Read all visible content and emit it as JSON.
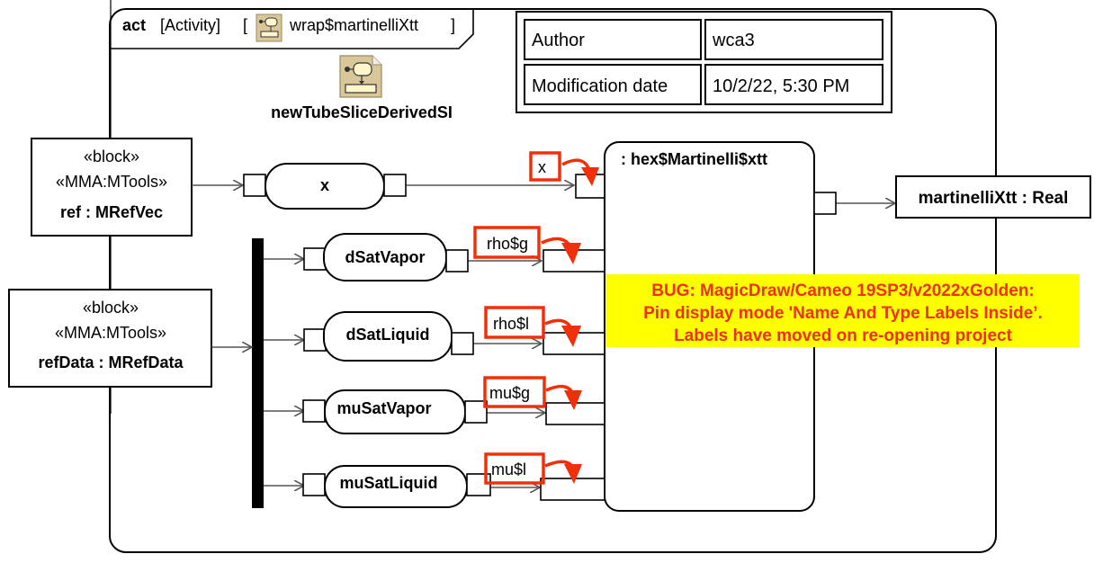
{
  "frame": {
    "kind": "act",
    "type": "[Activity]",
    "open_bracket": "[",
    "name": "wrap$martinelliXtt",
    "close_bracket": "]",
    "icon": "activity-icon"
  },
  "call_behavior": {
    "label": "newTubeSliceDerivedSI",
    "icon": "activity-document-icon"
  },
  "info_table": {
    "rows": [
      {
        "key": "Author",
        "value": "wca3"
      },
      {
        "key": "Modification date",
        "value": "10/2/22, 5:30 PM"
      }
    ]
  },
  "blocks": [
    {
      "stereotype1": "«block»",
      "stereotype2": "«MMA:MTools»",
      "name": "ref : MRefVec"
    },
    {
      "stereotype1": "«block»",
      "stereotype2": "«MMA:MTools»",
      "name": "refData : MRefData"
    }
  ],
  "actions": [
    {
      "label": "x"
    },
    {
      "label": "dSatVapor"
    },
    {
      "label": "dSatLiquid"
    },
    {
      "label": "muSatVapor"
    },
    {
      "label": "muSatLiquid"
    }
  ],
  "call_action": {
    "label": ": hex$Martinelli$xtt"
  },
  "output_node": {
    "label": "martinelliXtt : Real"
  },
  "pin_labels": [
    {
      "label": "x"
    },
    {
      "label": "rho$g"
    },
    {
      "label": "rho$l"
    },
    {
      "label": "mu$g"
    },
    {
      "label": "mu$l"
    }
  ],
  "bug_note": {
    "lines": [
      "BUG: MagicDraw/Cameo 19SP3/v2022xGolden:",
      "Pin display mode 'Name And Type Labels Inside’.",
      "Labels have moved on re-opening project"
    ],
    "background": "#ffff00",
    "text_color": "#f0300a"
  }
}
